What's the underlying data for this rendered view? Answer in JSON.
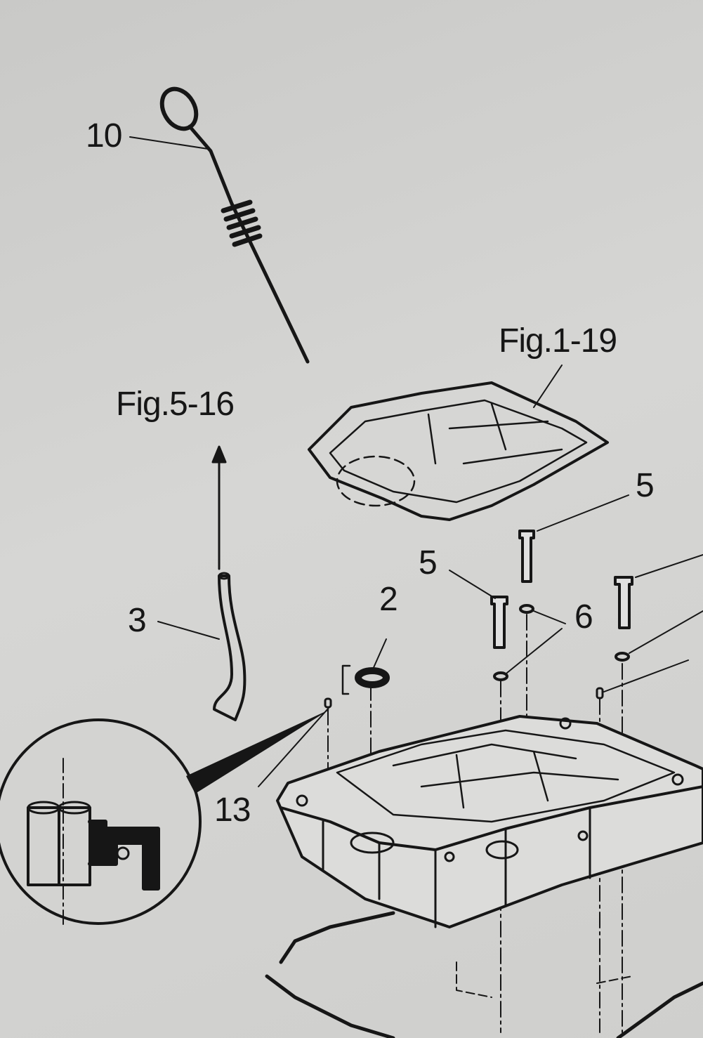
{
  "diagram": {
    "type": "exploded-parts-diagram",
    "labels": {
      "dipstick": "10",
      "fig_top": "Fig.1-19",
      "fig_left": "Fig.5-16",
      "bolt_upper": "5",
      "bolt_lower": "5",
      "washer": "6",
      "hose": "3",
      "seal": "2",
      "pin": "13"
    },
    "colors": {
      "ink": "#161616",
      "background": "#d2d2d0"
    }
  }
}
